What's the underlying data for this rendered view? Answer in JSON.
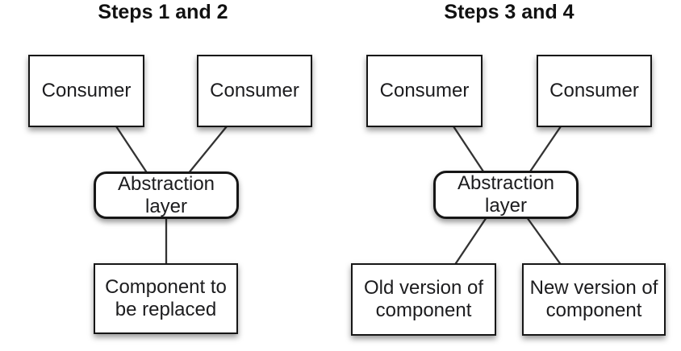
{
  "diagram": {
    "description": "Parallel change / abstraction layer replacement diagram",
    "colors": {
      "background": "#ffffff",
      "box_fill": "#ffffff",
      "box_border": "#161616",
      "connector_line": "#333333",
      "text": "#1c1c1e"
    },
    "left": {
      "title": "Steps 1 and 2",
      "consumer1": {
        "line1": "Consumer"
      },
      "consumer2": {
        "line1": "Consumer"
      },
      "abstraction": {
        "line1": "Abstraction",
        "line2": "layer"
      },
      "component": {
        "line1": "Component to",
        "line2": "be replaced"
      },
      "edges": [
        "consumer1 -> abstraction",
        "consumer2 -> abstraction",
        "abstraction -> component"
      ]
    },
    "right": {
      "title": "Steps 3 and 4",
      "consumer1": {
        "line1": "Consumer"
      },
      "consumer2": {
        "line1": "Consumer"
      },
      "abstraction": {
        "line1": "Abstraction",
        "line2": "layer"
      },
      "old_version": {
        "line1": "Old version of",
        "line2": "component"
      },
      "new_version": {
        "line1": "New version of",
        "line2": "component"
      },
      "edges": [
        "consumer1 -> abstraction",
        "consumer2 -> abstraction",
        "abstraction -> old_version",
        "abstraction -> new_version"
      ]
    }
  }
}
